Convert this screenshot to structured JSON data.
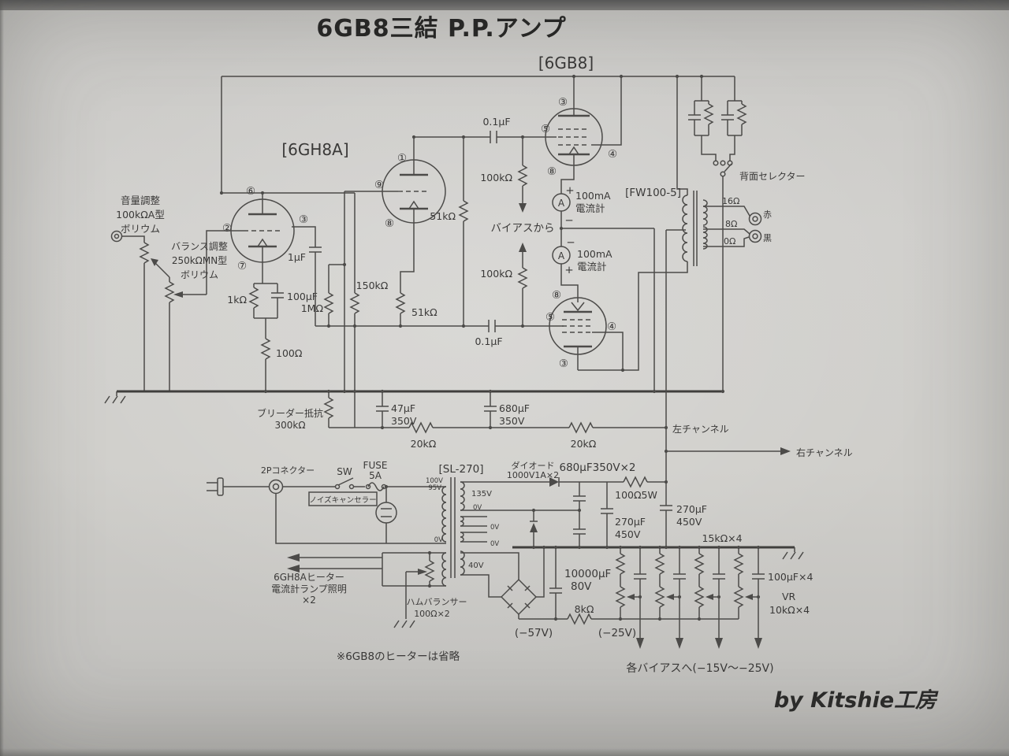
{
  "colors": {
    "paper": "#cfceca",
    "ink": "#3a3938",
    "wire": "#4c4b49"
  },
  "title": "6GB8三結 P.P.アンプ",
  "tube_labels": {
    "output": "[6GB8]",
    "driver": "[6GH8A]"
  },
  "input": {
    "volume": [
      "音量調整",
      "100kΩA型",
      "ボリウム"
    ],
    "balance": [
      "バランス調整",
      "250kΩMN型",
      "ボリウム"
    ]
  },
  "v1_pins": {
    "p6": "⑥",
    "p2": "②",
    "p3": "③",
    "p7": "⑦"
  },
  "v2_pins": {
    "p1": "①",
    "p9": "⑨",
    "p8": "⑧"
  },
  "ut_pins": {
    "p3": "③",
    "p5": "⑤",
    "p4": "④",
    "p8": "⑧"
  },
  "lt_pins": {
    "p8": "⑧",
    "p5": "⑤",
    "p4": "④",
    "p3": "③"
  },
  "driver": {
    "c1": "1μF",
    "r1": "1kΩ",
    "c2": "100μF",
    "r2": "1MΩ",
    "r3": "100Ω",
    "r4": "150kΩ",
    "r5": "51kΩ",
    "r6": "51kΩ"
  },
  "coupling": {
    "c_top": "0.1μF",
    "c_bot": "0.1μF",
    "r_top": "100kΩ",
    "r_bot": "100kΩ",
    "bias_from": "バイアスから"
  },
  "meters": {
    "symbol": "A",
    "m1": {
      "plus": "+",
      "value": "100mA",
      "name": "電流計",
      "minus": "−"
    },
    "m2": {
      "minus": "−",
      "value": "100mA",
      "plus": "+",
      "name": "電流計"
    }
  },
  "opt": {
    "label": "[FW100-5]",
    "selector": "背面セレクター",
    "t16": "16Ω",
    "t8": "8Ω",
    "t0": "0Ω",
    "red": "赤",
    "black": "黒"
  },
  "bus": {
    "bleeder": [
      "ブリーダー抵抗",
      "300kΩ"
    ],
    "c47": [
      "47μF",
      "350V"
    ],
    "r20a": "20kΩ",
    "c680": [
      "680μF",
      "350V"
    ],
    "r20b": "20kΩ",
    "left": "左チャンネル",
    "right": "右チャンネル"
  },
  "psu": {
    "conn": "2Pコネクター",
    "sw": "SW",
    "fuse": [
      "FUSE",
      "5A"
    ],
    "noise": "ノイズキャンセラー",
    "tr": "[SL-270]",
    "p100": "100V",
    "p95": "95V",
    "p0": "0V",
    "s135": "135V",
    "s0": "0V",
    "h0a": "0V",
    "h0b": "0V",
    "s40": "40V",
    "diode": [
      "ダイオード",
      "1000V1A×2"
    ],
    "c680x2": "680μF350V×2",
    "r100": "100Ω5W",
    "c270a": [
      "270μF",
      "450V"
    ],
    "c270b": [
      "270μF",
      "450V"
    ]
  },
  "heater": {
    "l1": "6GH8Aヒーター",
    "l2": "電流計ランプ照明",
    "l3": "×2",
    "hum1": "ハムバランサー",
    "hum2": "100Ω×2"
  },
  "bias": {
    "c10000": [
      "10000μF",
      "80V"
    ],
    "r8k": "8kΩ",
    "v57": "(−57V)",
    "v25": "(−25V)",
    "r15k": "15kΩ×4",
    "c100": "100μF×4",
    "vr": "VR",
    "vrval": "10kΩ×4",
    "dest": "各バイアスへ(−15V〜−25V)"
  },
  "note": "※6GB8のヒーターは省略",
  "credit": "by Kitshie工房"
}
